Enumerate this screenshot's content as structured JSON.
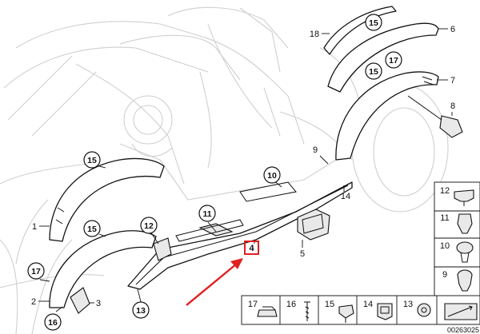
{
  "callouts": {
    "c1": "1",
    "c2": "2",
    "c3": "3",
    "c4": "4",
    "c5": "5",
    "c6": "6",
    "c7": "7",
    "c8": "8",
    "c9": "9",
    "c10": "10",
    "c11": "11",
    "c12": "12",
    "c13": "13",
    "c14": "14",
    "c15a": "15",
    "c15b": "15",
    "c15c": "15",
    "c15d": "15",
    "c16": "16",
    "c17a": "17",
    "c17b": "17",
    "c18": "18"
  },
  "side_legend": [
    "12",
    "11",
    "10",
    "9"
  ],
  "bottom_legend": [
    "17",
    "16",
    "15",
    "14",
    "13"
  ],
  "doc_number": "00263025",
  "colors": {
    "highlight": "#e02020",
    "line": "#111111",
    "car": "#cfcfcf"
  }
}
